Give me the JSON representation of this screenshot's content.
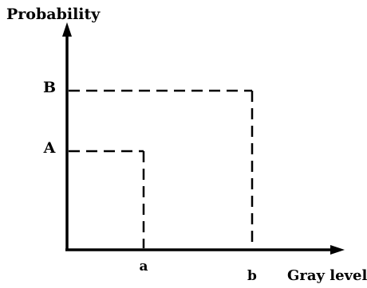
{
  "chart_data": {
    "type": "line",
    "title": "",
    "ylabel": "Probability",
    "xlabel": "Gray level",
    "x_tick_labels": [
      "a",
      "b"
    ],
    "y_tick_labels": [
      "A",
      "B"
    ],
    "series": [
      {
        "x_label": "a",
        "y_label": "A"
      },
      {
        "x_label": "b",
        "y_label": "B"
      }
    ],
    "line_style": "dashed",
    "grid": false,
    "colors": {
      "axis": "#000000",
      "lines": "#000000"
    }
  }
}
